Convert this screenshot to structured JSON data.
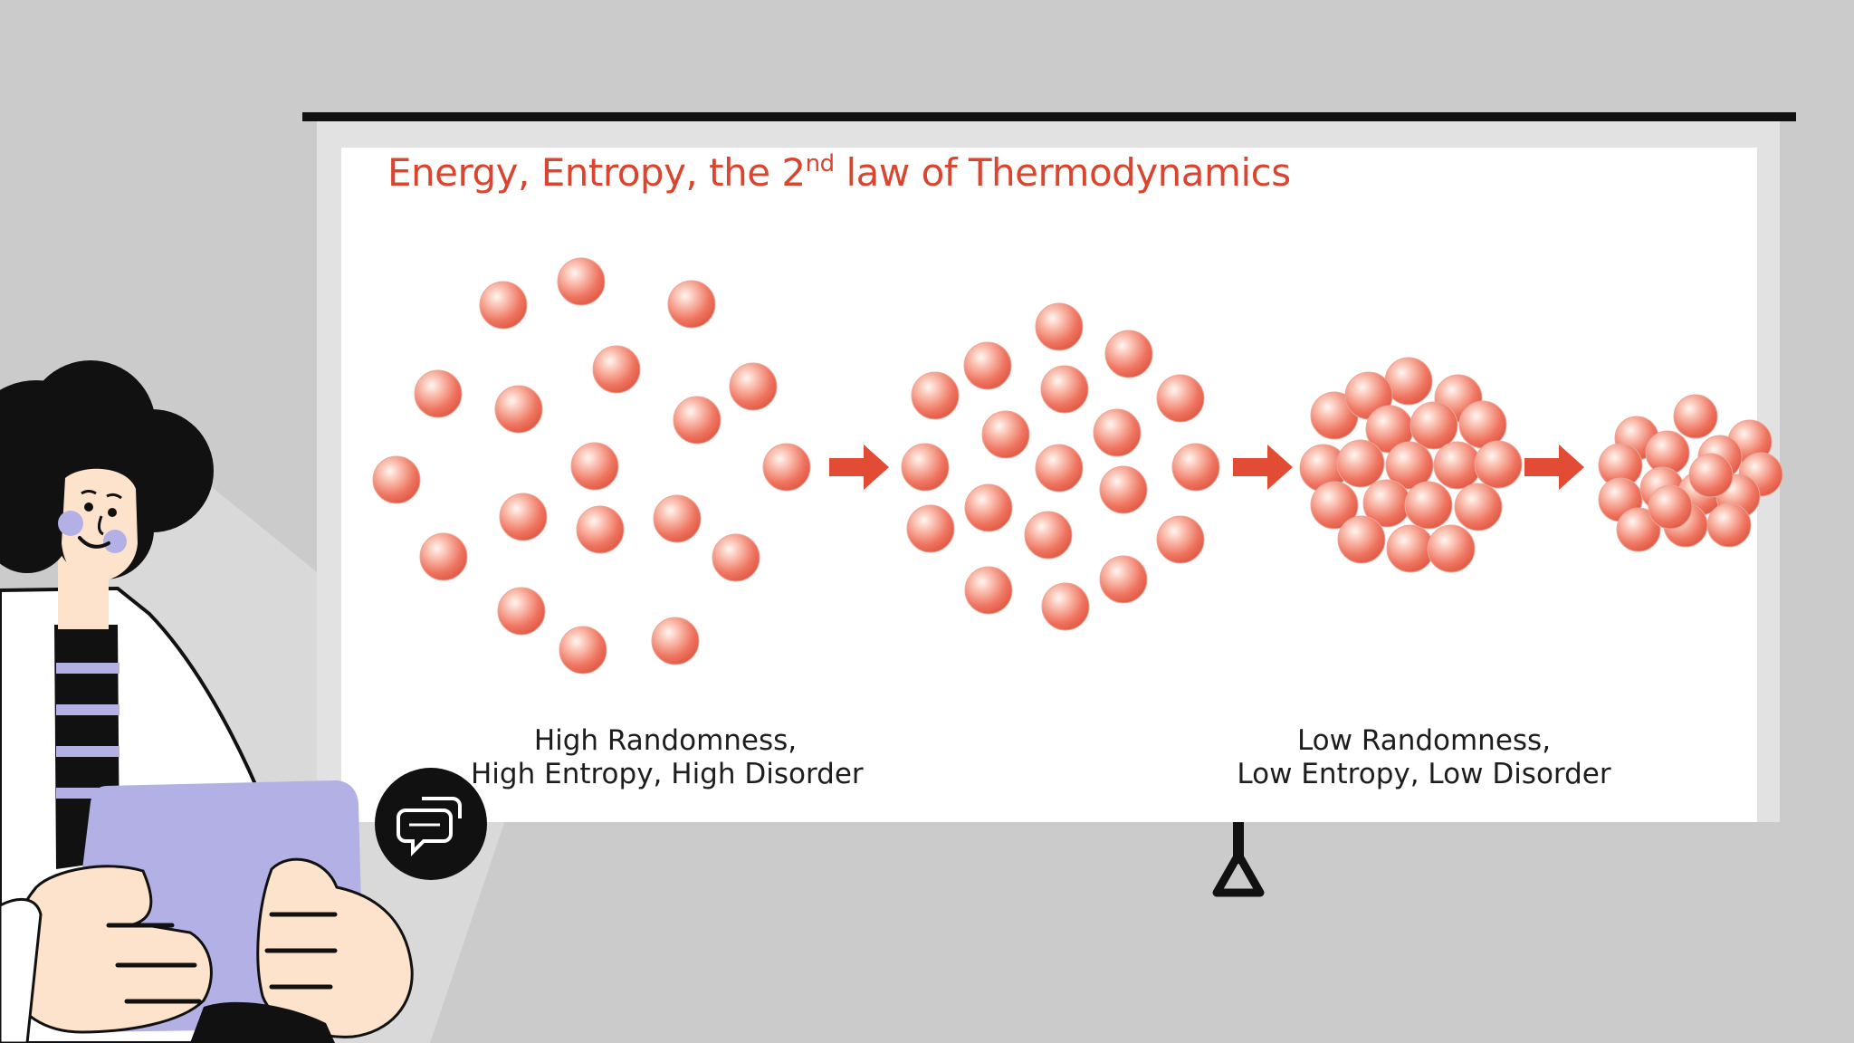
{
  "slide": {
    "title_main": "Energy, Entropy, the 2",
    "title_sup": "nd",
    "title_rest": " law of Thermodynamics",
    "caption_left": [
      "High Randomness,",
      "High Entropy, High Disorder"
    ],
    "caption_right": [
      "Low Randomness,",
      "Low Entropy, Low Disorder"
    ]
  },
  "colors": {
    "background": "#cbcbcb",
    "screen": "#ffffff",
    "screen_frame": "#e2e2e2",
    "title": "#d9452f",
    "particle": "#ef7a66",
    "arrow": "#e24c34",
    "accent_lavender": "#b3b0e6",
    "skin": "#fde3cc"
  },
  "icons": [
    "chat-bubble-icon"
  ]
}
